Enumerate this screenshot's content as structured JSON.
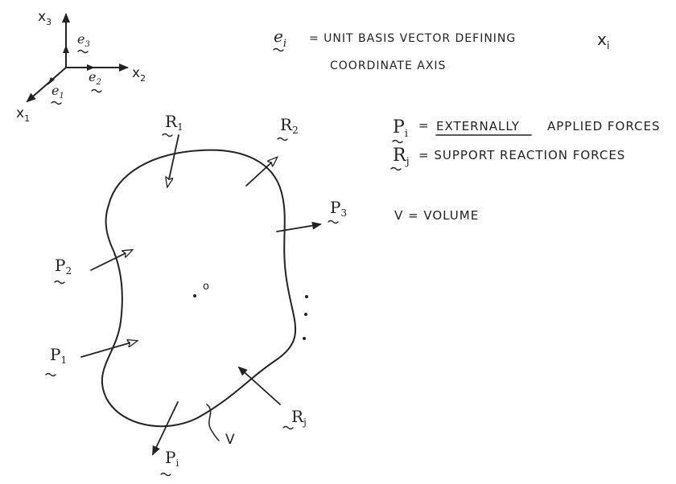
{
  "axes": {
    "x1": "x",
    "x1_sub": "1",
    "x2": "x",
    "x2_sub": "2",
    "x3": "x",
    "x3_sub": "3",
    "e1": "e",
    "e1_sub": "1",
    "e2": "e",
    "e2_sub": "2",
    "e3": "e",
    "e3_sub": "3"
  },
  "definitions": {
    "e_symbol": "e",
    "e_sub": "i",
    "e_text_1": "= UNIT  BASIS  VECTOR    DEFINING",
    "e_text_var": "x",
    "e_text_var_sub": "i",
    "e_text_2": "COORDINATE  AXIS",
    "p_symbol": "P",
    "p_sub": "i",
    "p_eq": "=",
    "p_text_underlined": "EXTERNALLY",
    "p_text_rest": "APPLIED  FORCES",
    "r_symbol": "R",
    "r_sub": "j",
    "r_text": "= SUPPORT  REACTION  FORCES",
    "v_text": "V = VOLUME"
  },
  "forces": {
    "R1": "R",
    "R1_sub": "1",
    "R2": "R",
    "R2_sub": "2",
    "P3": "P",
    "P3_sub": "3",
    "P2": "P",
    "P2_sub": "2",
    "P1": "P",
    "P1_sub": "1",
    "Pi": "P",
    "Pi_sub": "i",
    "Rj": "R",
    "Rj_sub": "j"
  },
  "body": {
    "origin_label": "o",
    "volume_label": "V"
  }
}
